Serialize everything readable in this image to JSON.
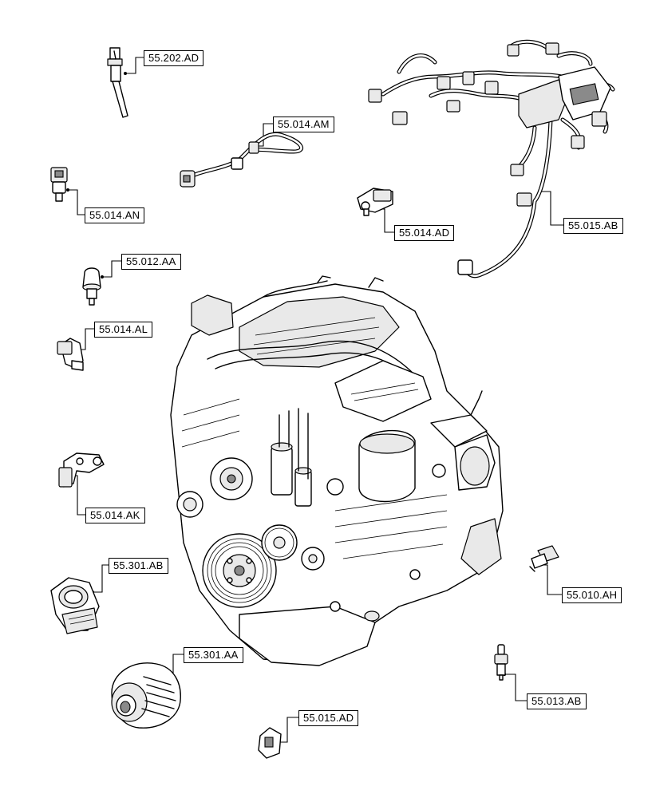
{
  "callouts": [
    {
      "id": "55.202.AD",
      "text": "55.202.AD"
    },
    {
      "id": "55.014.AM",
      "text": "55.014.AM"
    },
    {
      "id": "55.014.AN",
      "text": "55.014.AN"
    },
    {
      "id": "55.014.AD",
      "text": "55.014.AD"
    },
    {
      "id": "55.015.AB",
      "text": "55.015.AB"
    },
    {
      "id": "55.012.AA",
      "text": "55.012.AA"
    },
    {
      "id": "55.014.AL",
      "text": "55.014.AL"
    },
    {
      "id": "55.014.AK",
      "text": "55.014.AK"
    },
    {
      "id": "55.301.AB",
      "text": "55.301.AB"
    },
    {
      "id": "55.010.AH",
      "text": "55.010.AH"
    },
    {
      "id": "55.301.AA",
      "text": "55.301.AA"
    },
    {
      "id": "55.013.AB",
      "text": "55.013.AB"
    },
    {
      "id": "55.015.AD",
      "text": "55.015.AD"
    }
  ]
}
